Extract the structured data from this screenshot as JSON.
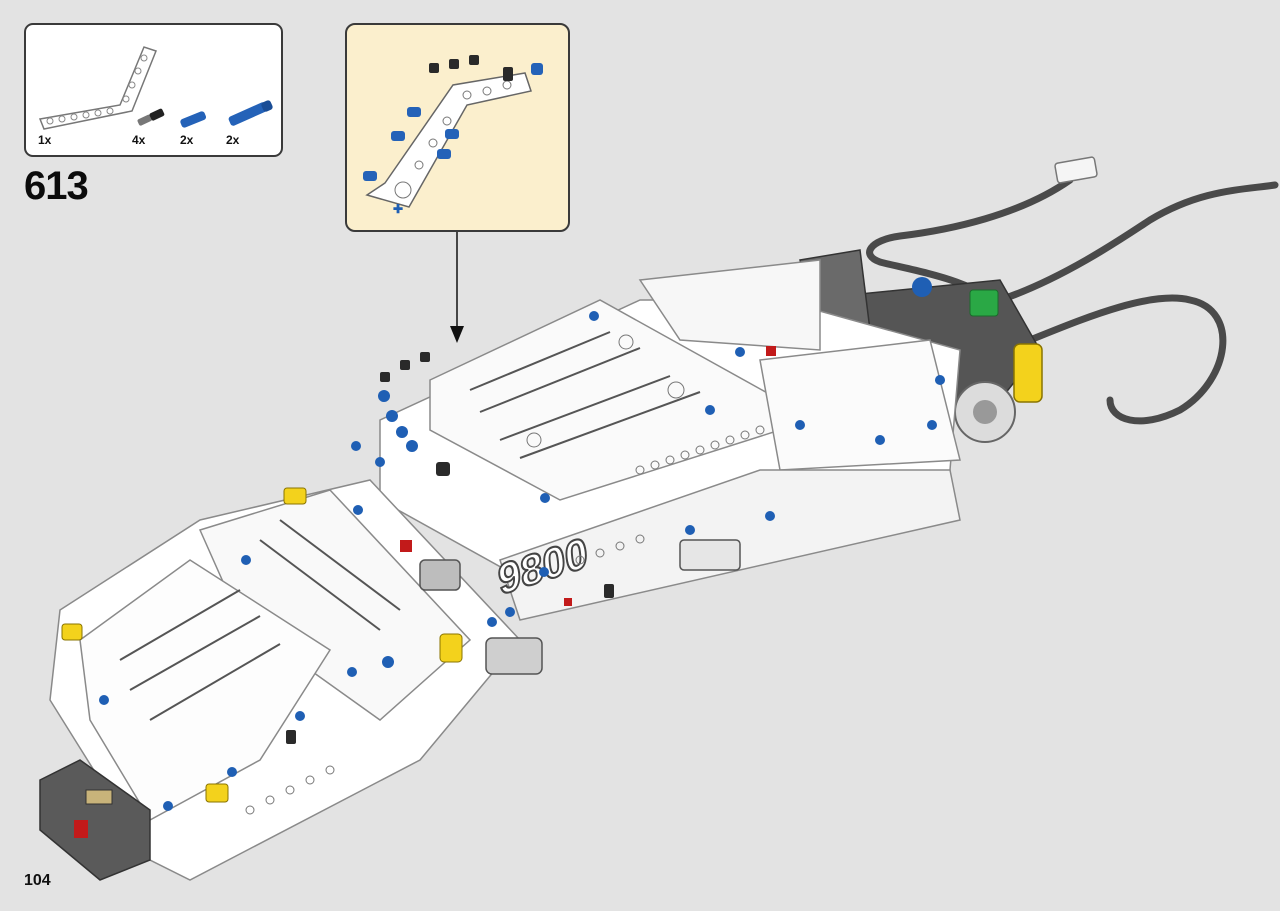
{
  "step": {
    "number": "613"
  },
  "page": {
    "number": "104"
  },
  "parts_list": [
    {
      "qty": "1x",
      "icon": "bent-liftarm-white-icon"
    },
    {
      "qty": "4x",
      "icon": "axle-pin-black-icon"
    },
    {
      "qty": "2x",
      "icon": "short-pin-blue-icon"
    },
    {
      "qty": "2x",
      "icon": "long-pin-blue-icon"
    }
  ],
  "model": {
    "number_panel_text": "9800"
  },
  "colors": {
    "background": "#e3e3e3",
    "subassembly_bg": "#fbefcd",
    "brick_white": "#ffffff",
    "pin_blue": "#1f5fb4",
    "pin_black": "#2a2a2a",
    "accent_yellow": "#f3d21c",
    "accent_green": "#2aa845",
    "accent_red": "#c21a1a",
    "cable_gray": "#4a4a4a"
  }
}
